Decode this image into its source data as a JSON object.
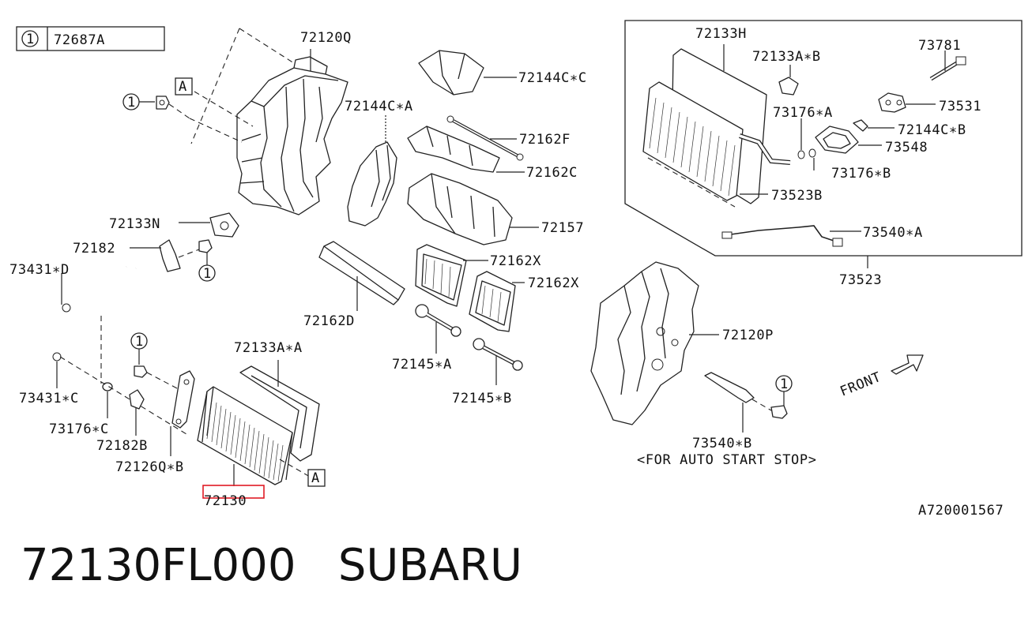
{
  "legend": {
    "circle_number": "1",
    "part_number": "72687A"
  },
  "callouts": {
    "c72120Q": "72120Q",
    "c72144CxC": "72144C∗C",
    "c72144CxA": "72144C∗A",
    "c72162F": "72162F",
    "c72162C": "72162C",
    "c72157": "72157",
    "c72162X_1": "72162X",
    "c72162X_2": "72162X",
    "c72162D": "72162D",
    "c72145xA": "72145∗A",
    "c72145xB": "72145∗B",
    "c72133N": "72133N",
    "c72182": "72182",
    "c73431xD": "73431∗D",
    "c73431xC": "73431∗C",
    "c73176xC": "73176∗C",
    "c72182B": "72182B",
    "c72126QxB": "72126Q∗B",
    "c72133AxA": "72133A∗A",
    "c72130": "72130",
    "c72133H": "72133H",
    "c72133AxB": "72133A∗B",
    "c73781": "73781",
    "c73531": "73531",
    "c73176xA": "73176∗A",
    "c72144CxB": "72144C∗B",
    "c73548": "73548",
    "c73176xB": "73176∗B",
    "c73523B": "73523B",
    "c73540xA": "73540∗A",
    "c73523": "73523",
    "c72120P": "72120P",
    "c73540xB": "73540∗B",
    "auto_start_stop": "<FOR AUTO START STOP>",
    "front": "FRONT",
    "ref_a": "A",
    "circle_one": "1",
    "diagram_code": "A720001567"
  },
  "highlight_color": "#e01b24",
  "footer": {
    "part_code": "72130FL000",
    "brand": "SUBARU"
  }
}
